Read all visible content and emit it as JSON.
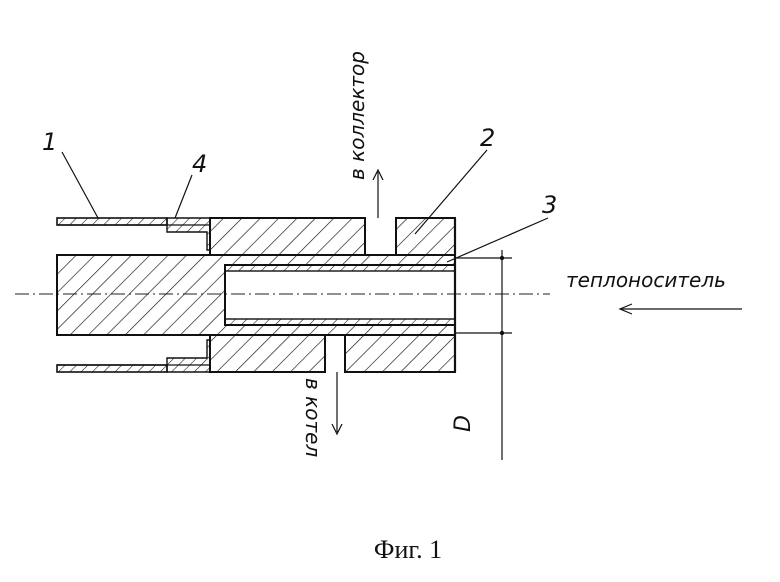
{
  "figure": {
    "caption": "Фиг. 1",
    "labels": {
      "part1": "1",
      "part2": "2",
      "part3": "3",
      "part4": "4",
      "to_collector": "в коллектор",
      "to_boiler": "в котел",
      "heat_carrier": "теплоноситель",
      "diameter": "D"
    }
  }
}
